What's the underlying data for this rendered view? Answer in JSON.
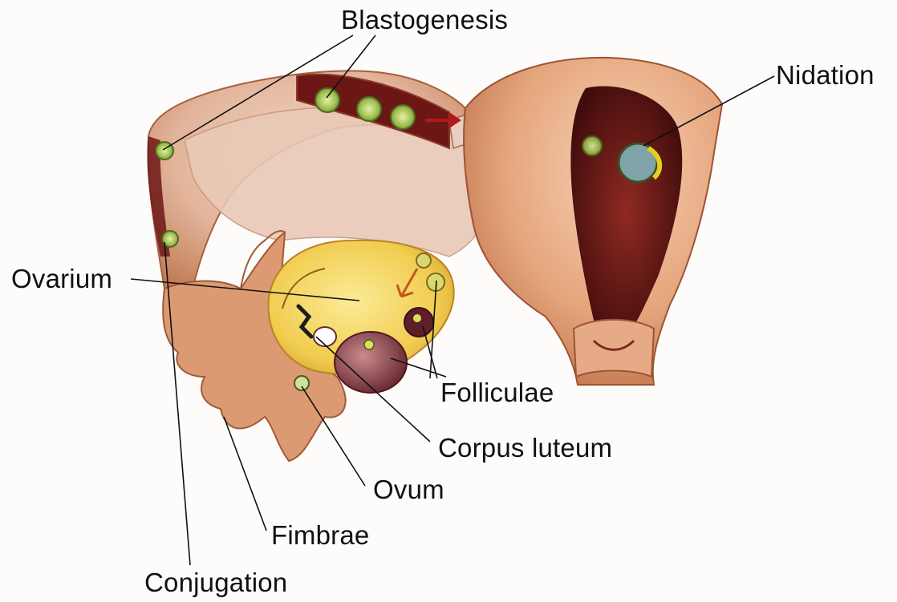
{
  "labels": {
    "blastogenesis": "Blastogenesis",
    "nidation": "Nidation",
    "ovarium": "Ovarium",
    "folliculae": "Folliculae",
    "corpus_luteum": "Corpus luteum",
    "ovum": "Ovum",
    "fimbrae": "Fimbrae",
    "conjugation": "Conjugation"
  },
  "colors": {
    "uterus_tissue": "#e7a57a",
    "uterus_shadow": "#b8643f",
    "uterine_cavity": "#5a1414",
    "ovary": "#f2d35a",
    "embryo": "#9bbf4a",
    "leader_line": "#111111",
    "arrow": "#b01a1a"
  }
}
